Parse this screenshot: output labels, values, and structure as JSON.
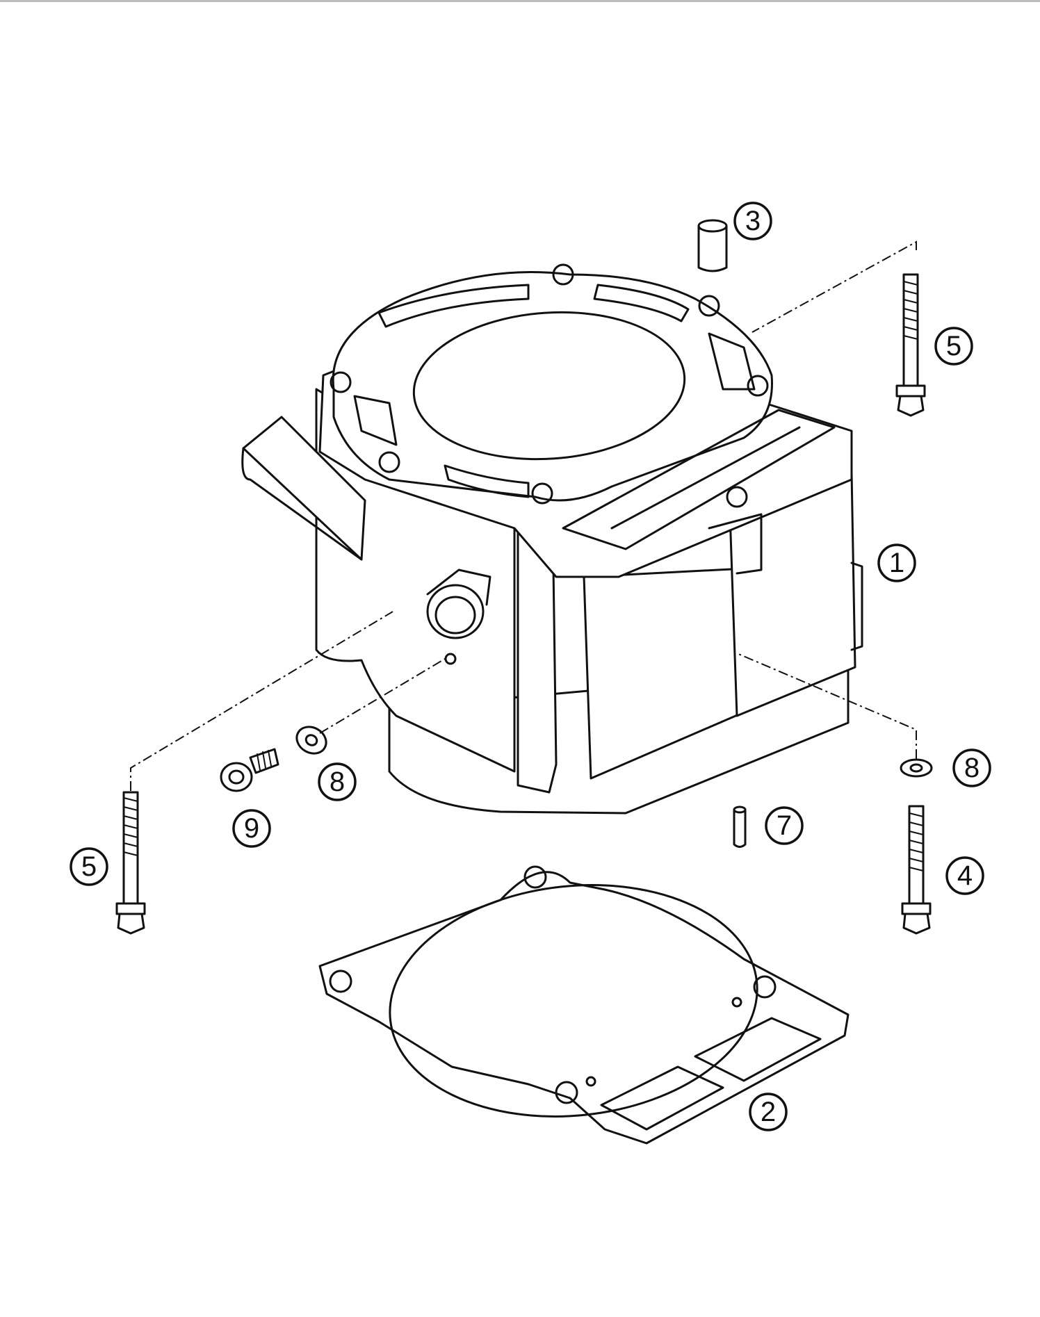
{
  "callouts": [
    {
      "id": "cylinder",
      "label": "1"
    },
    {
      "id": "base-gasket",
      "label": "2"
    },
    {
      "id": "dowel-sleeve",
      "label": "3"
    },
    {
      "id": "short-bolt",
      "label": "4"
    },
    {
      "id": "long-bolt-right",
      "label": "5"
    },
    {
      "id": "long-bolt-left",
      "label": "5"
    },
    {
      "id": "dowel-pin",
      "label": "7"
    },
    {
      "id": "washer-right",
      "label": "8"
    },
    {
      "id": "washer-left",
      "label": "8"
    },
    {
      "id": "plug-screw",
      "label": "9"
    }
  ]
}
